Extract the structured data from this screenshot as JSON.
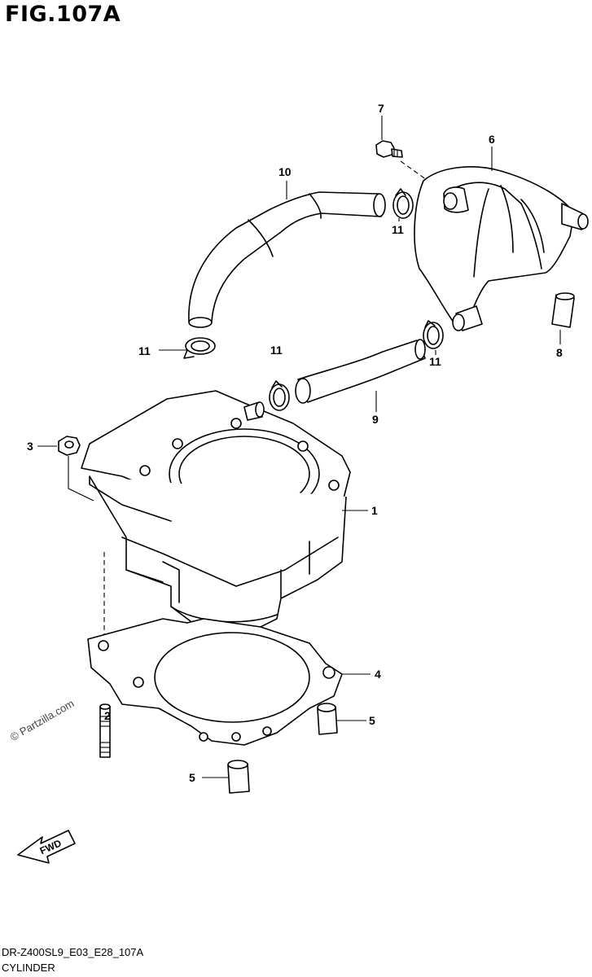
{
  "figure": {
    "title": "FIG.107A",
    "code": "DR-Z400SL9_E03_E28_107A",
    "name": "CYLINDER"
  },
  "watermark": "© Partzilla.com",
  "fwd_label": "FWD",
  "labels": {
    "l1": "1",
    "l2": "2",
    "l3": "3",
    "l4": "4",
    "l5a": "5",
    "l5b": "5",
    "l6": "6",
    "l7": "7",
    "l8": "8",
    "l9": "9",
    "l10": "10",
    "l11a": "11",
    "l11b": "11",
    "l11c": "11",
    "l11d": "11"
  }
}
